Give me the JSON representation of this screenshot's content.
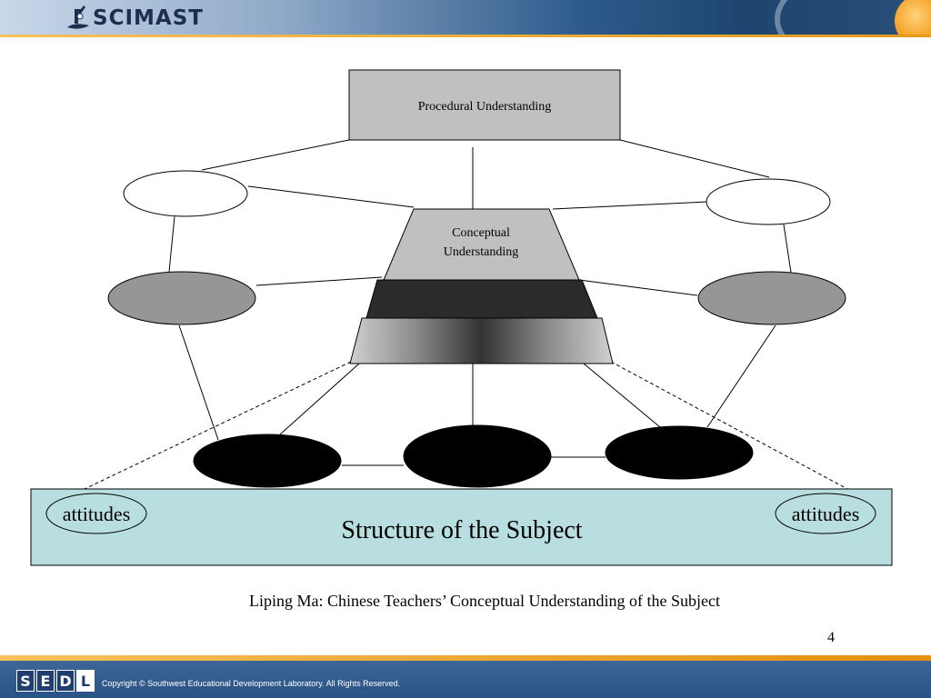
{
  "header": {
    "logo_text": "SCIMAST"
  },
  "diagram": {
    "procedural_box": "Procedural Understanding",
    "conceptual_line1": "Conceptual",
    "conceptual_line2": "Understanding",
    "base_label": "Structure of the Subject",
    "attitudes_left": "attitudes",
    "attitudes_right": "attitudes",
    "caption": "Liping Ma: Chinese Teachers’ Conceptual Understanding of the Subject",
    "page_number": "4",
    "colors": {
      "procedural_fill": "#c0c0c0",
      "conceptual_fill": "#c0c0c0",
      "gray_oval": "#969696",
      "black_oval": "#000000",
      "base_fill": "#b8dee0"
    }
  },
  "footer": {
    "logo_letters": [
      "S",
      "E",
      "D",
      "L"
    ],
    "copyright": "Copyright © Southwest Educational Development Laboratory. All Rights Reserved."
  }
}
